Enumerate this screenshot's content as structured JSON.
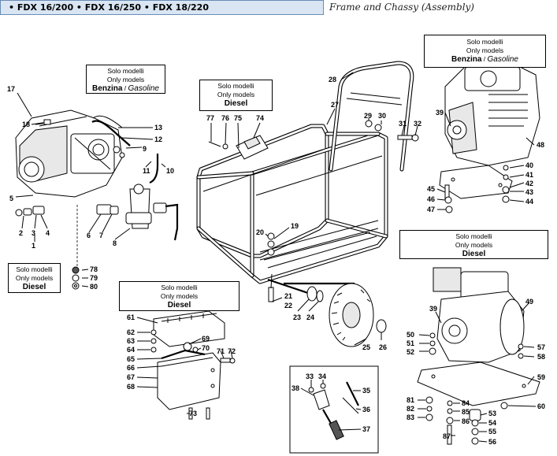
{
  "header": {
    "title": "• FDX 16/200 • FDX 16/250 • FDX 18/220",
    "subtitle": "Frame and Chassy (Assembly)"
  },
  "notes": [
    {
      "id": "gasoline_top",
      "l1": "Solo modelli",
      "l2": "Only models",
      "l3a": "Benzina",
      "l3b": " / ",
      "l3c": "Gasoline"
    },
    {
      "id": "diesel_frame",
      "l1": "Solo modelli",
      "l2": "Only models",
      "l3": "Diesel"
    },
    {
      "id": "gasoline_engine",
      "l1": "Solo modelli",
      "l2": "Only models",
      "l3a": "Benzina",
      "l3b": " / ",
      "l3c": "Gasoline"
    },
    {
      "id": "diesel_pump",
      "l1": "Solo modelli",
      "l2": "Only models",
      "l3": "Diesel"
    },
    {
      "id": "diesel_tank",
      "l1": "Solo modelli",
      "l2": "Only models",
      "l3": "Diesel"
    },
    {
      "id": "diesel_engine",
      "l1": "Solo modelli",
      "l2": "Only models",
      "l3": "Diesel"
    }
  ],
  "parts": {
    "p1": "1",
    "p2": "2",
    "p3": "3",
    "p4": "4",
    "p5": "5",
    "p6": "6",
    "p7": "7",
    "p8": "8",
    "p9": "9",
    "p10": "10",
    "p11": "11",
    "p12": "12",
    "p13": "13",
    "p17": "17",
    "p18": "18",
    "p19": "19",
    "p20": "20",
    "p21": "21",
    "p22": "22",
    "p23": "23",
    "p24": "24",
    "p25": "25",
    "p26": "26",
    "p27": "27",
    "p28": "28",
    "p29": "29",
    "p30": "30",
    "p31": "31",
    "p32": "32",
    "p33": "33",
    "p34": "34",
    "p35": "35",
    "p36": "36",
    "p37": "37",
    "p38": "38",
    "p39a": "39",
    "p39b": "39",
    "p40": "40",
    "p41": "41",
    "p42": "42",
    "p43": "43",
    "p44": "44",
    "p45": "45",
    "p46": "46",
    "p47": "47",
    "p48": "48",
    "p49": "49",
    "p50": "50",
    "p51": "51",
    "p52": "52",
    "p53": "53",
    "p54": "54",
    "p55": "55",
    "p56": "56",
    "p57": "57",
    "p58": "58",
    "p59": "59",
    "p60": "60",
    "p61": "61",
    "p62": "62",
    "p63": "63",
    "p64": "64",
    "p65": "65",
    "p66": "66",
    "p67": "67",
    "p68": "68",
    "p69": "69",
    "p70": "70",
    "p71": "71",
    "p72": "72",
    "p73": "73",
    "p74": "74",
    "p75": "75",
    "p76": "76",
    "p77": "77",
    "p78": "78",
    "p79": "79",
    "p80": "80",
    "p81": "81",
    "p82": "82",
    "p83": "83",
    "p84": "84",
    "p85": "85",
    "p86": "86",
    "p87": "87"
  }
}
